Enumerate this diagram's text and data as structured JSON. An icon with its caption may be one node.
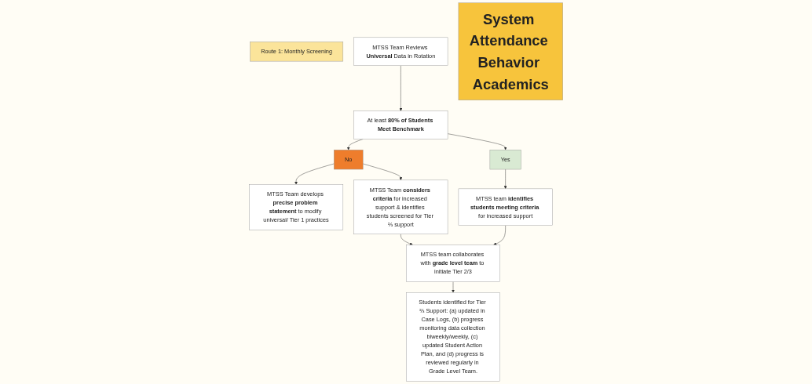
{
  "diagram": {
    "nodes": [
      {
        "text": [
          "Route 1: Monthly Screening"
        ]
      },
      {
        "text": [
          "MTSS Team Reviews **Universal** Data in Rotation"
        ]
      },
      {
        "text": [
          "At least **80% of Students Meet Benchmark**"
        ]
      },
      {
        "text": [
          "No"
        ]
      },
      {
        "text": [
          "Yes"
        ]
      },
      {
        "text": [
          "MTSS Team develops **precise problem statement** to modify universal/ Tier 1 practices"
        ]
      },
      {
        "text": [
          "MTSS Team **considers criteria** for increased support & identifies students screened for Tier ⅔ support"
        ]
      },
      {
        "text": [
          "MTSS team **identifies students meeting criteria** for increased support"
        ]
      },
      {
        "text": [
          "MTSS team collaborates with **grade level team** to initiate Tier 2/3"
        ]
      },
      {
        "text": [
          "Students identified for Tier ⅔ Support: (a) updated in Case Logs, (b) progress monitoring data collection biweekly/weekly, (c) updated Student Action Plan, and (d) progress is reviewed regularly in Grade Level Team."
        ]
      },
      {
        "text": [
          "System Attendance Behavior Academics"
        ]
      }
    ],
    "edges": [
      {
        "from": 1,
        "to": 2,
        "arrow": "to"
      },
      {
        "from": 2,
        "to": 3,
        "arrow": "to"
      },
      {
        "from": 2,
        "to": 4,
        "arrow": "to"
      },
      {
        "from": 3,
        "to": 5,
        "arrow": "to"
      },
      {
        "from": 3,
        "to": 6,
        "arrow": "to"
      },
      {
        "from": 4,
        "to": 7,
        "arrow": "to"
      },
      {
        "from": 7,
        "to": 8,
        "arrow": "to"
      },
      {
        "from": 6,
        "to": 8,
        "arrow": "to"
      },
      {
        "from": 8,
        "to": 9,
        "arrow": "to"
      }
    ]
  }
}
